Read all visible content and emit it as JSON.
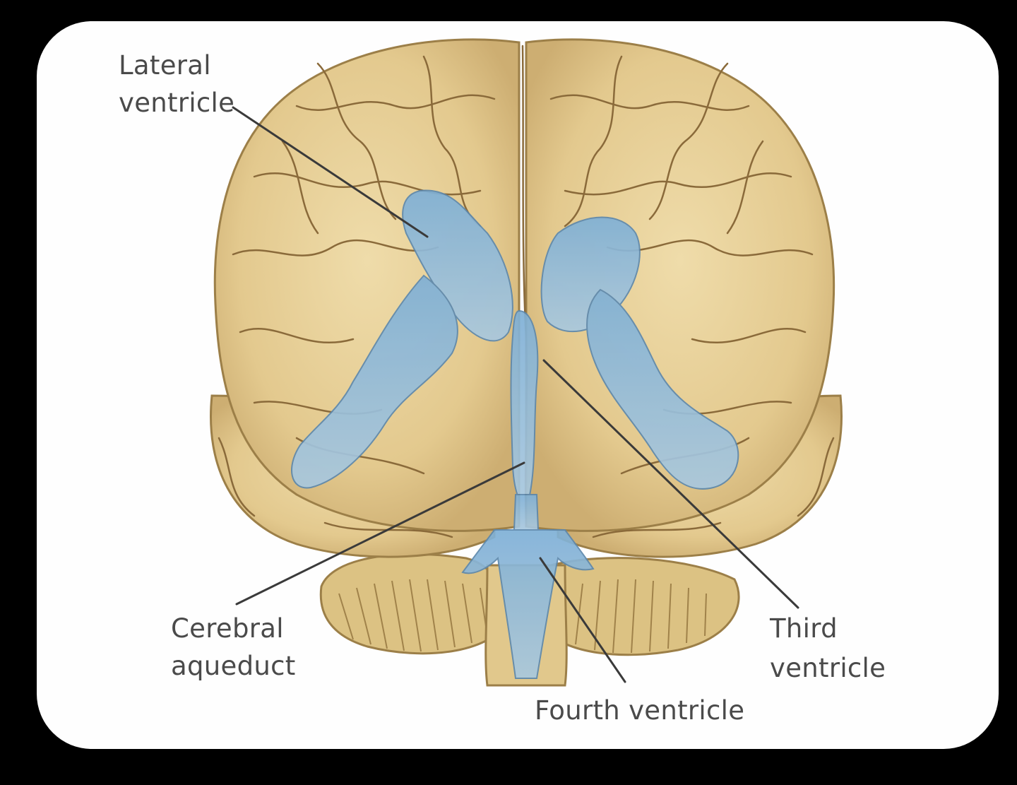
{
  "labels": {
    "lateral_line1": "Lateral",
    "lateral_line2": "ventricle",
    "cerebral_line1": "Cerebral",
    "cerebral_line2": "aqueduct",
    "third_line1": "Third",
    "third_line2": "ventricle",
    "fourth": "Fourth ventricle"
  },
  "colors": {
    "background": "#000000",
    "panel": "#fefefe",
    "brain": "#e6cf94",
    "brain_shadow": "#caa968",
    "sulci": "#8a6a3a",
    "ventricle": "#8fb8d8",
    "ventricle_dark": "#6d9cc3",
    "leader": "#3a3a3a",
    "label_text": "#4a4a4a"
  }
}
